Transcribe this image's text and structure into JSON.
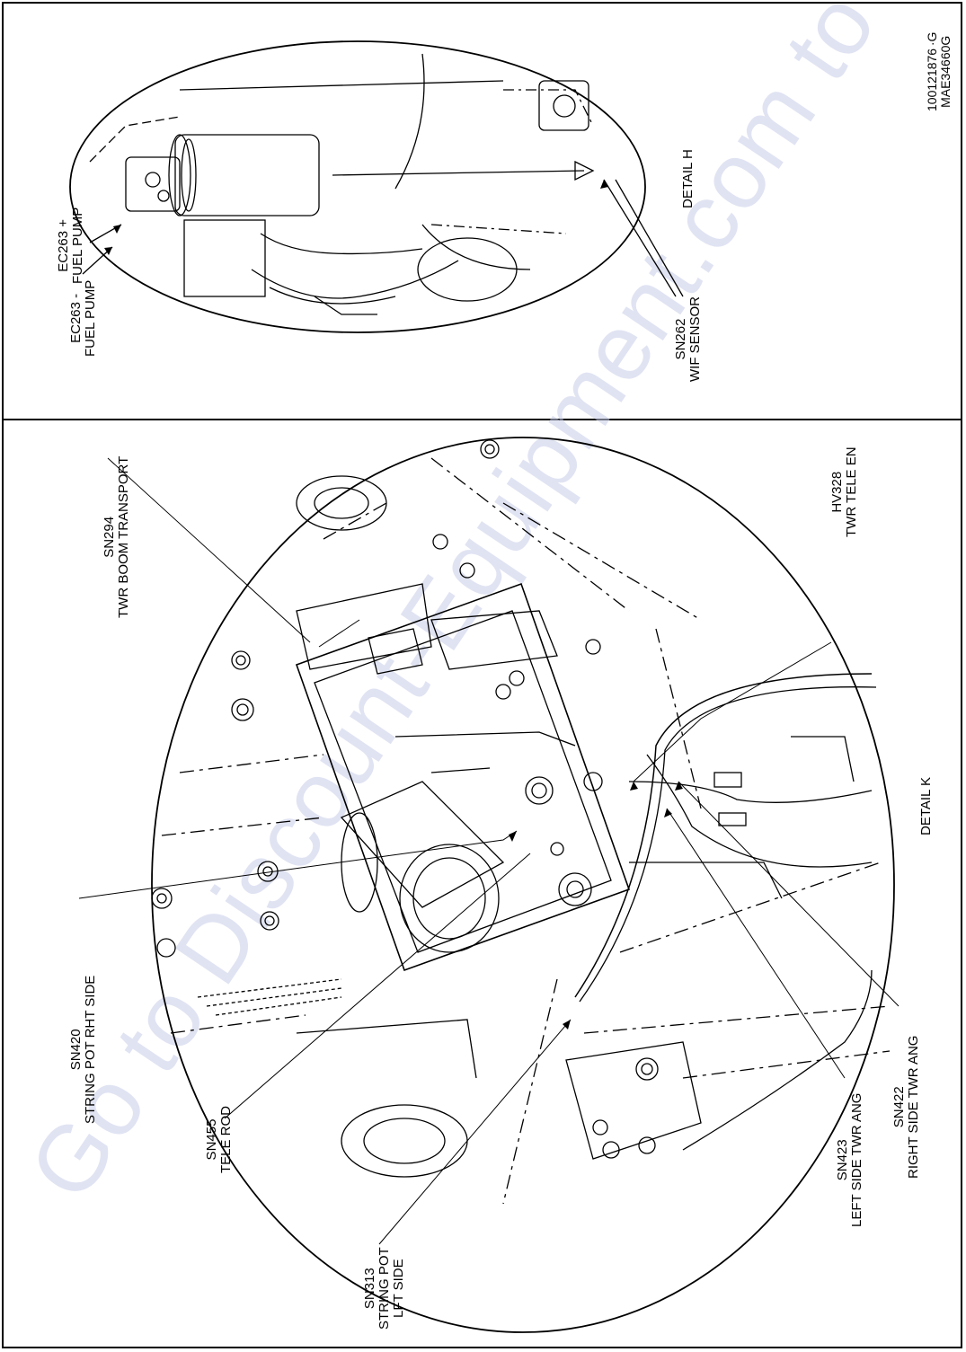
{
  "watermark": "Go to Discount-Equipment.com to order your parts",
  "detail_h": {
    "title": "DETAIL H",
    "labels": [
      {
        "code": "EC263 +",
        "name": "FUEL PUMP"
      },
      {
        "code": "EC263 -",
        "name": "FUEL PUMP"
      },
      {
        "code": "SN262",
        "name": "WIF SENSOR"
      }
    ]
  },
  "detail_k": {
    "title": "DETAIL K",
    "labels": [
      {
        "code": "SN294",
        "name": "TWR BOOM TRANSPORT"
      },
      {
        "code": "HV328",
        "name": "TWR TELE EN"
      },
      {
        "code": "SN420",
        "name": "STRING POT RHT SIDE"
      },
      {
        "code": "SN455",
        "name": "TELE ROD"
      },
      {
        "code": "SN313",
        "name": "STRING POT",
        "name2": "LFT SIDE"
      },
      {
        "code": "SN423",
        "name": "LEFT SIDE TWR ANG"
      },
      {
        "code": "SN422",
        "name": "RIGHT SIDE TWR ANG"
      }
    ]
  },
  "drawing_numbers": [
    "100121876 ·G",
    "MAE34660G"
  ]
}
